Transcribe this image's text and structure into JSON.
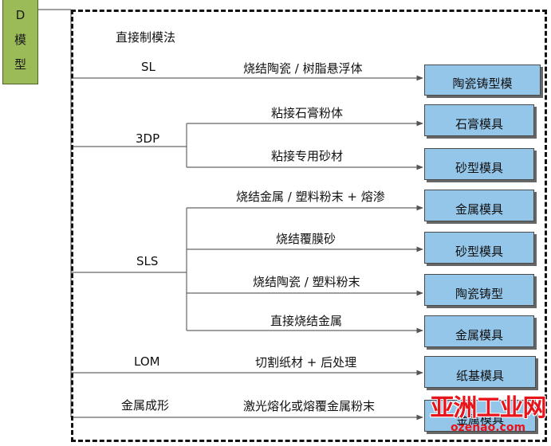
{
  "left_box": {
    "chars": [
      "D",
      "模",
      "型"
    ]
  },
  "heading": "直接制模法",
  "processes": {
    "sl": "SL",
    "threedp": "3DP",
    "sls": "SLS",
    "lom": "LOM",
    "metal_forming": "金属成形"
  },
  "operations": [
    "烧结陶瓷 / 树脂悬浮体",
    "粘接石膏粉体",
    "粘接专用砂材",
    "烧结金属 / 塑料粉末 + 熔渗",
    "烧结覆膜砂",
    "烧结陶瓷 / 塑料粉末",
    "直接烧结金属",
    "切割纸材 + 后处理",
    "激光熔化或熔覆金属粉末"
  ],
  "results": [
    "陶瓷铸型模",
    "石膏模具",
    "砂型模具",
    "金属模具",
    "砂型模具",
    "陶瓷铸型",
    "金属模具",
    "纸基模具",
    "金属模具"
  ],
  "watermark": {
    "title": "亚洲工业网",
    "url": "ozenao.com"
  },
  "colors": {
    "box_fill": "#94c6ea",
    "green_fill": "#9bbb59",
    "watermark": "#e8141b"
  }
}
